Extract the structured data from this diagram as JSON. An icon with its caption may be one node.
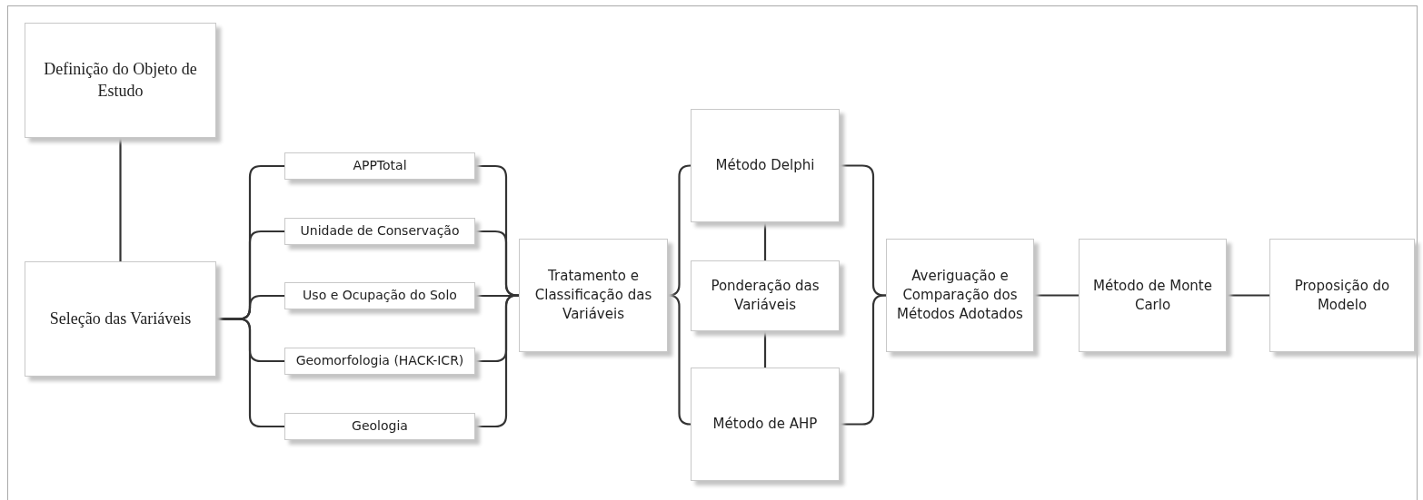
{
  "diagram": {
    "nodes": [
      {
        "text": [
          "Definição do Objeto de Estudo"
        ]
      },
      {
        "text": [
          "Seleção das Variáveis"
        ]
      },
      {
        "text": [
          "APPTotal"
        ]
      },
      {
        "text": [
          "Unidade de Conservação"
        ]
      },
      {
        "text": [
          "Uso e Ocupação do Solo"
        ]
      },
      {
        "text": [
          "Geomorfologia (HACK-ICR)"
        ]
      },
      {
        "text": [
          "Geologia"
        ]
      },
      {
        "text": [
          "Tratamento e Classificação das Variáveis"
        ]
      },
      {
        "text": [
          "Método Delphi"
        ]
      },
      {
        "text": [
          "Ponderação das Variáveis"
        ]
      },
      {
        "text": [
          "Método de AHP"
        ]
      },
      {
        "text": [
          "Averiguação e Comparação dos Métodos Adotados"
        ]
      },
      {
        "text": [
          "Método de Monte Carlo"
        ]
      },
      {
        "text": [
          "Proposição do Modelo"
        ]
      }
    ],
    "edges": [
      {
        "from": 0,
        "to": 1,
        "arrow": "none"
      },
      {
        "from": 1,
        "to": 2,
        "arrow": "none"
      },
      {
        "from": 1,
        "to": 3,
        "arrow": "none"
      },
      {
        "from": 1,
        "to": 4,
        "arrow": "none"
      },
      {
        "from": 1,
        "to": 5,
        "arrow": "none"
      },
      {
        "from": 1,
        "to": 6,
        "arrow": "none"
      },
      {
        "from": 2,
        "to": 7,
        "arrow": "none"
      },
      {
        "from": 3,
        "to": 7,
        "arrow": "none"
      },
      {
        "from": 4,
        "to": 7,
        "arrow": "none"
      },
      {
        "from": 5,
        "to": 7,
        "arrow": "none"
      },
      {
        "from": 6,
        "to": 7,
        "arrow": "none"
      },
      {
        "from": 7,
        "to": 8,
        "arrow": "none"
      },
      {
        "from": 7,
        "to": 10,
        "arrow": "none"
      },
      {
        "from": 8,
        "to": 9,
        "arrow": "none"
      },
      {
        "from": 9,
        "to": 10,
        "arrow": "none"
      },
      {
        "from": 8,
        "to": 11,
        "arrow": "none"
      },
      {
        "from": 10,
        "to": 11,
        "arrow": "none"
      },
      {
        "from": 11,
        "to": 12,
        "arrow": "none"
      },
      {
        "from": 12,
        "to": 13,
        "arrow": "none"
      }
    ]
  }
}
